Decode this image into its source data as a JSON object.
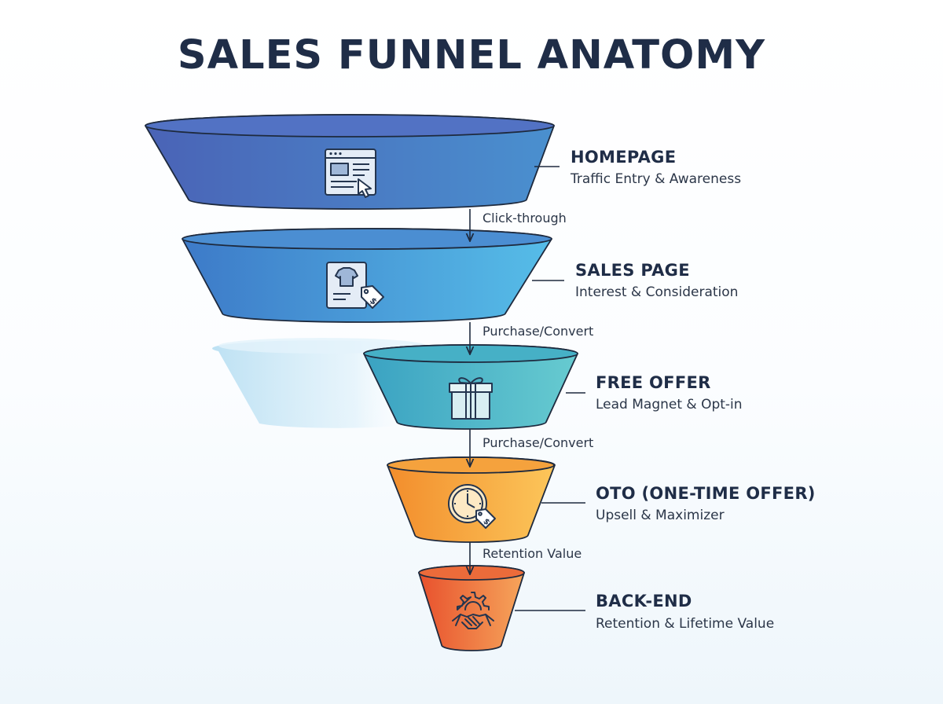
{
  "title": "SALES FUNNEL ANATOMY",
  "stages": [
    {
      "title": "HOMEPAGE",
      "subtitle": "Traffic Entry & Awareness",
      "icon": "browser-window-cursor-icon",
      "color_left": "#4a63b6",
      "color_right": "#4a90cf"
    },
    {
      "title": "SALES PAGE",
      "subtitle": "Interest & Consideration",
      "icon": "product-tag-icon",
      "color_left": "#3d7ac8",
      "color_right": "#56bde8"
    },
    {
      "title": "FREE OFFER",
      "subtitle": "Lead Magnet & Opt-in",
      "icon": "gift-box-icon",
      "color_left": "#3aa2c2",
      "color_right": "#67cbd0"
    },
    {
      "title": "OTO (ONE-TIME OFFER)",
      "subtitle": "Upsell & Maximizer",
      "icon": "clock-tag-icon",
      "color_left": "#f28d2c",
      "color_right": "#fcc65a"
    },
    {
      "title": "BACK-END",
      "subtitle": "Retention & Lifetime Value",
      "icon": "gear-handshake-icon",
      "color_left": "#e8512d",
      "color_right": "#f6a55b"
    }
  ],
  "connectors": [
    "Click-through",
    "Purchase/Convert",
    "Purchase/Convert",
    "Retention Value"
  ],
  "colors": {
    "text": "#1f2d47",
    "outline": "#1e2a3e",
    "ghost": "#bfe3f4"
  }
}
